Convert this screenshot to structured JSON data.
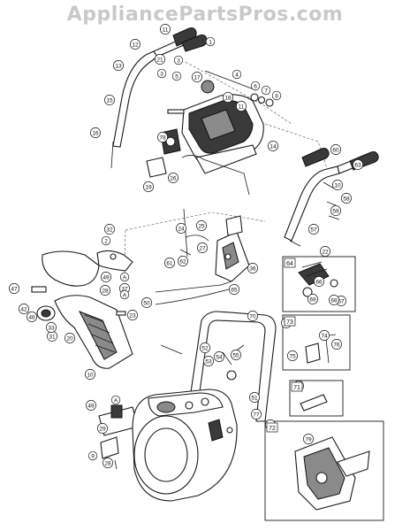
{
  "watermark": "AppliancePartsPros.com",
  "callouts": [
    {
      "id": "c11a",
      "label": "11"
    },
    {
      "id": "c1",
      "label": "1"
    },
    {
      "id": "c12",
      "label": "12"
    },
    {
      "id": "c13",
      "label": "13"
    },
    {
      "id": "c21a",
      "label": "21"
    },
    {
      "id": "c3a",
      "label": "3"
    },
    {
      "id": "c3b",
      "label": "3"
    },
    {
      "id": "c5",
      "label": "5"
    },
    {
      "id": "c6",
      "label": "6"
    },
    {
      "id": "c7",
      "label": "7"
    },
    {
      "id": "c8",
      "label": "8"
    },
    {
      "id": "c4",
      "label": "4"
    },
    {
      "id": "c17",
      "label": "17"
    },
    {
      "id": "c18",
      "label": "18"
    },
    {
      "id": "c15",
      "label": "15"
    },
    {
      "id": "c16",
      "label": "16"
    },
    {
      "id": "c11b",
      "label": "11"
    },
    {
      "id": "c14",
      "label": "14"
    },
    {
      "id": "c78",
      "label": "78"
    },
    {
      "id": "c19",
      "label": "19"
    },
    {
      "id": "c26",
      "label": "26"
    },
    {
      "id": "c60",
      "label": "60"
    },
    {
      "id": "c63",
      "label": "63"
    },
    {
      "id": "c58",
      "label": "58"
    },
    {
      "id": "c59",
      "label": "59"
    },
    {
      "id": "c10a",
      "label": "10"
    },
    {
      "id": "c27",
      "label": "27"
    },
    {
      "id": "c57",
      "label": "57"
    },
    {
      "id": "c25",
      "label": "25"
    },
    {
      "id": "c24",
      "label": "24"
    },
    {
      "id": "c32",
      "label": "32"
    },
    {
      "id": "c2",
      "label": "2"
    },
    {
      "id": "c22",
      "label": "22"
    },
    {
      "id": "c23",
      "label": "23"
    },
    {
      "id": "c61",
      "label": "61"
    },
    {
      "id": "c62",
      "label": "62"
    },
    {
      "id": "c36",
      "label": "36"
    },
    {
      "id": "c49a",
      "label": "49"
    },
    {
      "id": "c47",
      "label": "47"
    },
    {
      "id": "c42",
      "label": "42"
    },
    {
      "id": "c48",
      "label": "48"
    },
    {
      "id": "c65",
      "label": "65"
    },
    {
      "id": "c20",
      "label": "20"
    },
    {
      "id": "c28a",
      "label": "28"
    },
    {
      "id": "c37",
      "label": "37"
    },
    {
      "id": "c31",
      "label": "31"
    },
    {
      "id": "c33",
      "label": "33"
    },
    {
      "id": "c50",
      "label": "50"
    },
    {
      "id": "c66",
      "label": "66"
    },
    {
      "id": "c67",
      "label": "67"
    },
    {
      "id": "c68",
      "label": "68"
    },
    {
      "id": "c69",
      "label": "69"
    },
    {
      "id": "c70",
      "label": "70"
    },
    {
      "id": "c74",
      "label": "74"
    },
    {
      "id": "c76",
      "label": "76"
    },
    {
      "id": "c71",
      "label": "71"
    },
    {
      "id": "c72",
      "label": "72"
    },
    {
      "id": "c73",
      "label": "73"
    },
    {
      "id": "c75",
      "label": "75"
    },
    {
      "id": "c51",
      "label": "51"
    },
    {
      "id": "c52",
      "label": "52"
    },
    {
      "id": "c53",
      "label": "53"
    },
    {
      "id": "c54",
      "label": "54"
    },
    {
      "id": "c55",
      "label": "55"
    },
    {
      "id": "c77",
      "label": "77"
    },
    {
      "id": "c79",
      "label": "79"
    },
    {
      "id": "c49b",
      "label": "49"
    },
    {
      "id": "c29",
      "label": "29"
    },
    {
      "id": "c9",
      "label": "9"
    },
    {
      "id": "c28b",
      "label": "28"
    },
    {
      "id": "c10b",
      "label": "10"
    }
  ],
  "letters": {
    "a1": "A",
    "a2": "A",
    "a3": "A"
  },
  "box_labels": {
    "b64": "64",
    "b73": "73",
    "b71": "71",
    "b72": "72"
  }
}
